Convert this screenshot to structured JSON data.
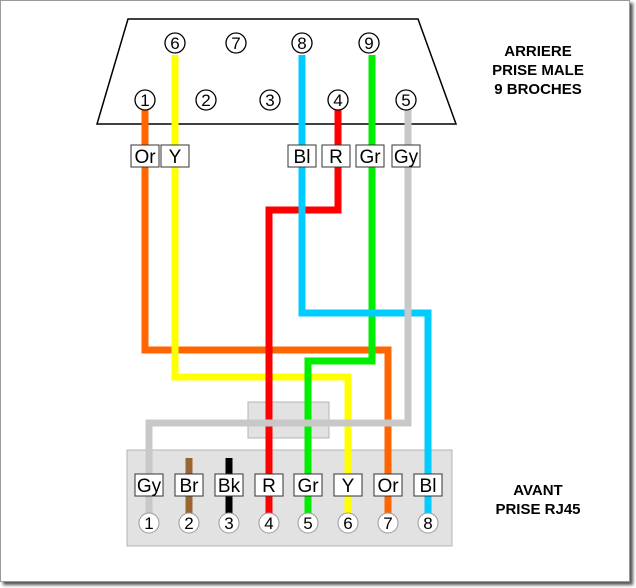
{
  "rear": {
    "title_lines": [
      "ARRIERE",
      "PRISE MALE",
      "9 BROCHES"
    ],
    "pins_top": [
      "6",
      "7",
      "8",
      "9"
    ],
    "pins_bottom": [
      "1",
      "2",
      "3",
      "4",
      "5"
    ],
    "labels": [
      "Or",
      "Y",
      "Bl",
      "R",
      "Gr",
      "Gy"
    ]
  },
  "front": {
    "title_lines": [
      "AVANT",
      "PRISE RJ45"
    ],
    "labels": [
      "Gy",
      "Br",
      "Bk",
      "R",
      "Gr",
      "Y",
      "Or",
      "Bl"
    ],
    "pins": [
      "1",
      "2",
      "3",
      "4",
      "5",
      "6",
      "7",
      "8"
    ]
  },
  "wires": [
    {
      "color_name": "Or",
      "db9_pin": "1",
      "rj45_pin": "7",
      "hex": "#ff6600"
    },
    {
      "color_name": "Y",
      "db9_pin": "6",
      "rj45_pin": "6",
      "hex": "#ffff00"
    },
    {
      "color_name": "Bl",
      "db9_pin": "8",
      "rj45_pin": "8",
      "hex": "#00ccff"
    },
    {
      "color_name": "R",
      "db9_pin": "4",
      "rj45_pin": "4",
      "hex": "#ff0000"
    },
    {
      "color_name": "Gr",
      "db9_pin": "9",
      "rj45_pin": "5",
      "hex": "#00ee00"
    },
    {
      "color_name": "Gy",
      "db9_pin": "5",
      "rj45_pin": "1",
      "hex": "#c8c8c8"
    },
    {
      "color_name": "Br",
      "db9_pin": "",
      "rj45_pin": "2",
      "hex": "#996633"
    },
    {
      "color_name": "Bk",
      "db9_pin": "",
      "rj45_pin": "3",
      "hex": "#000000"
    }
  ]
}
